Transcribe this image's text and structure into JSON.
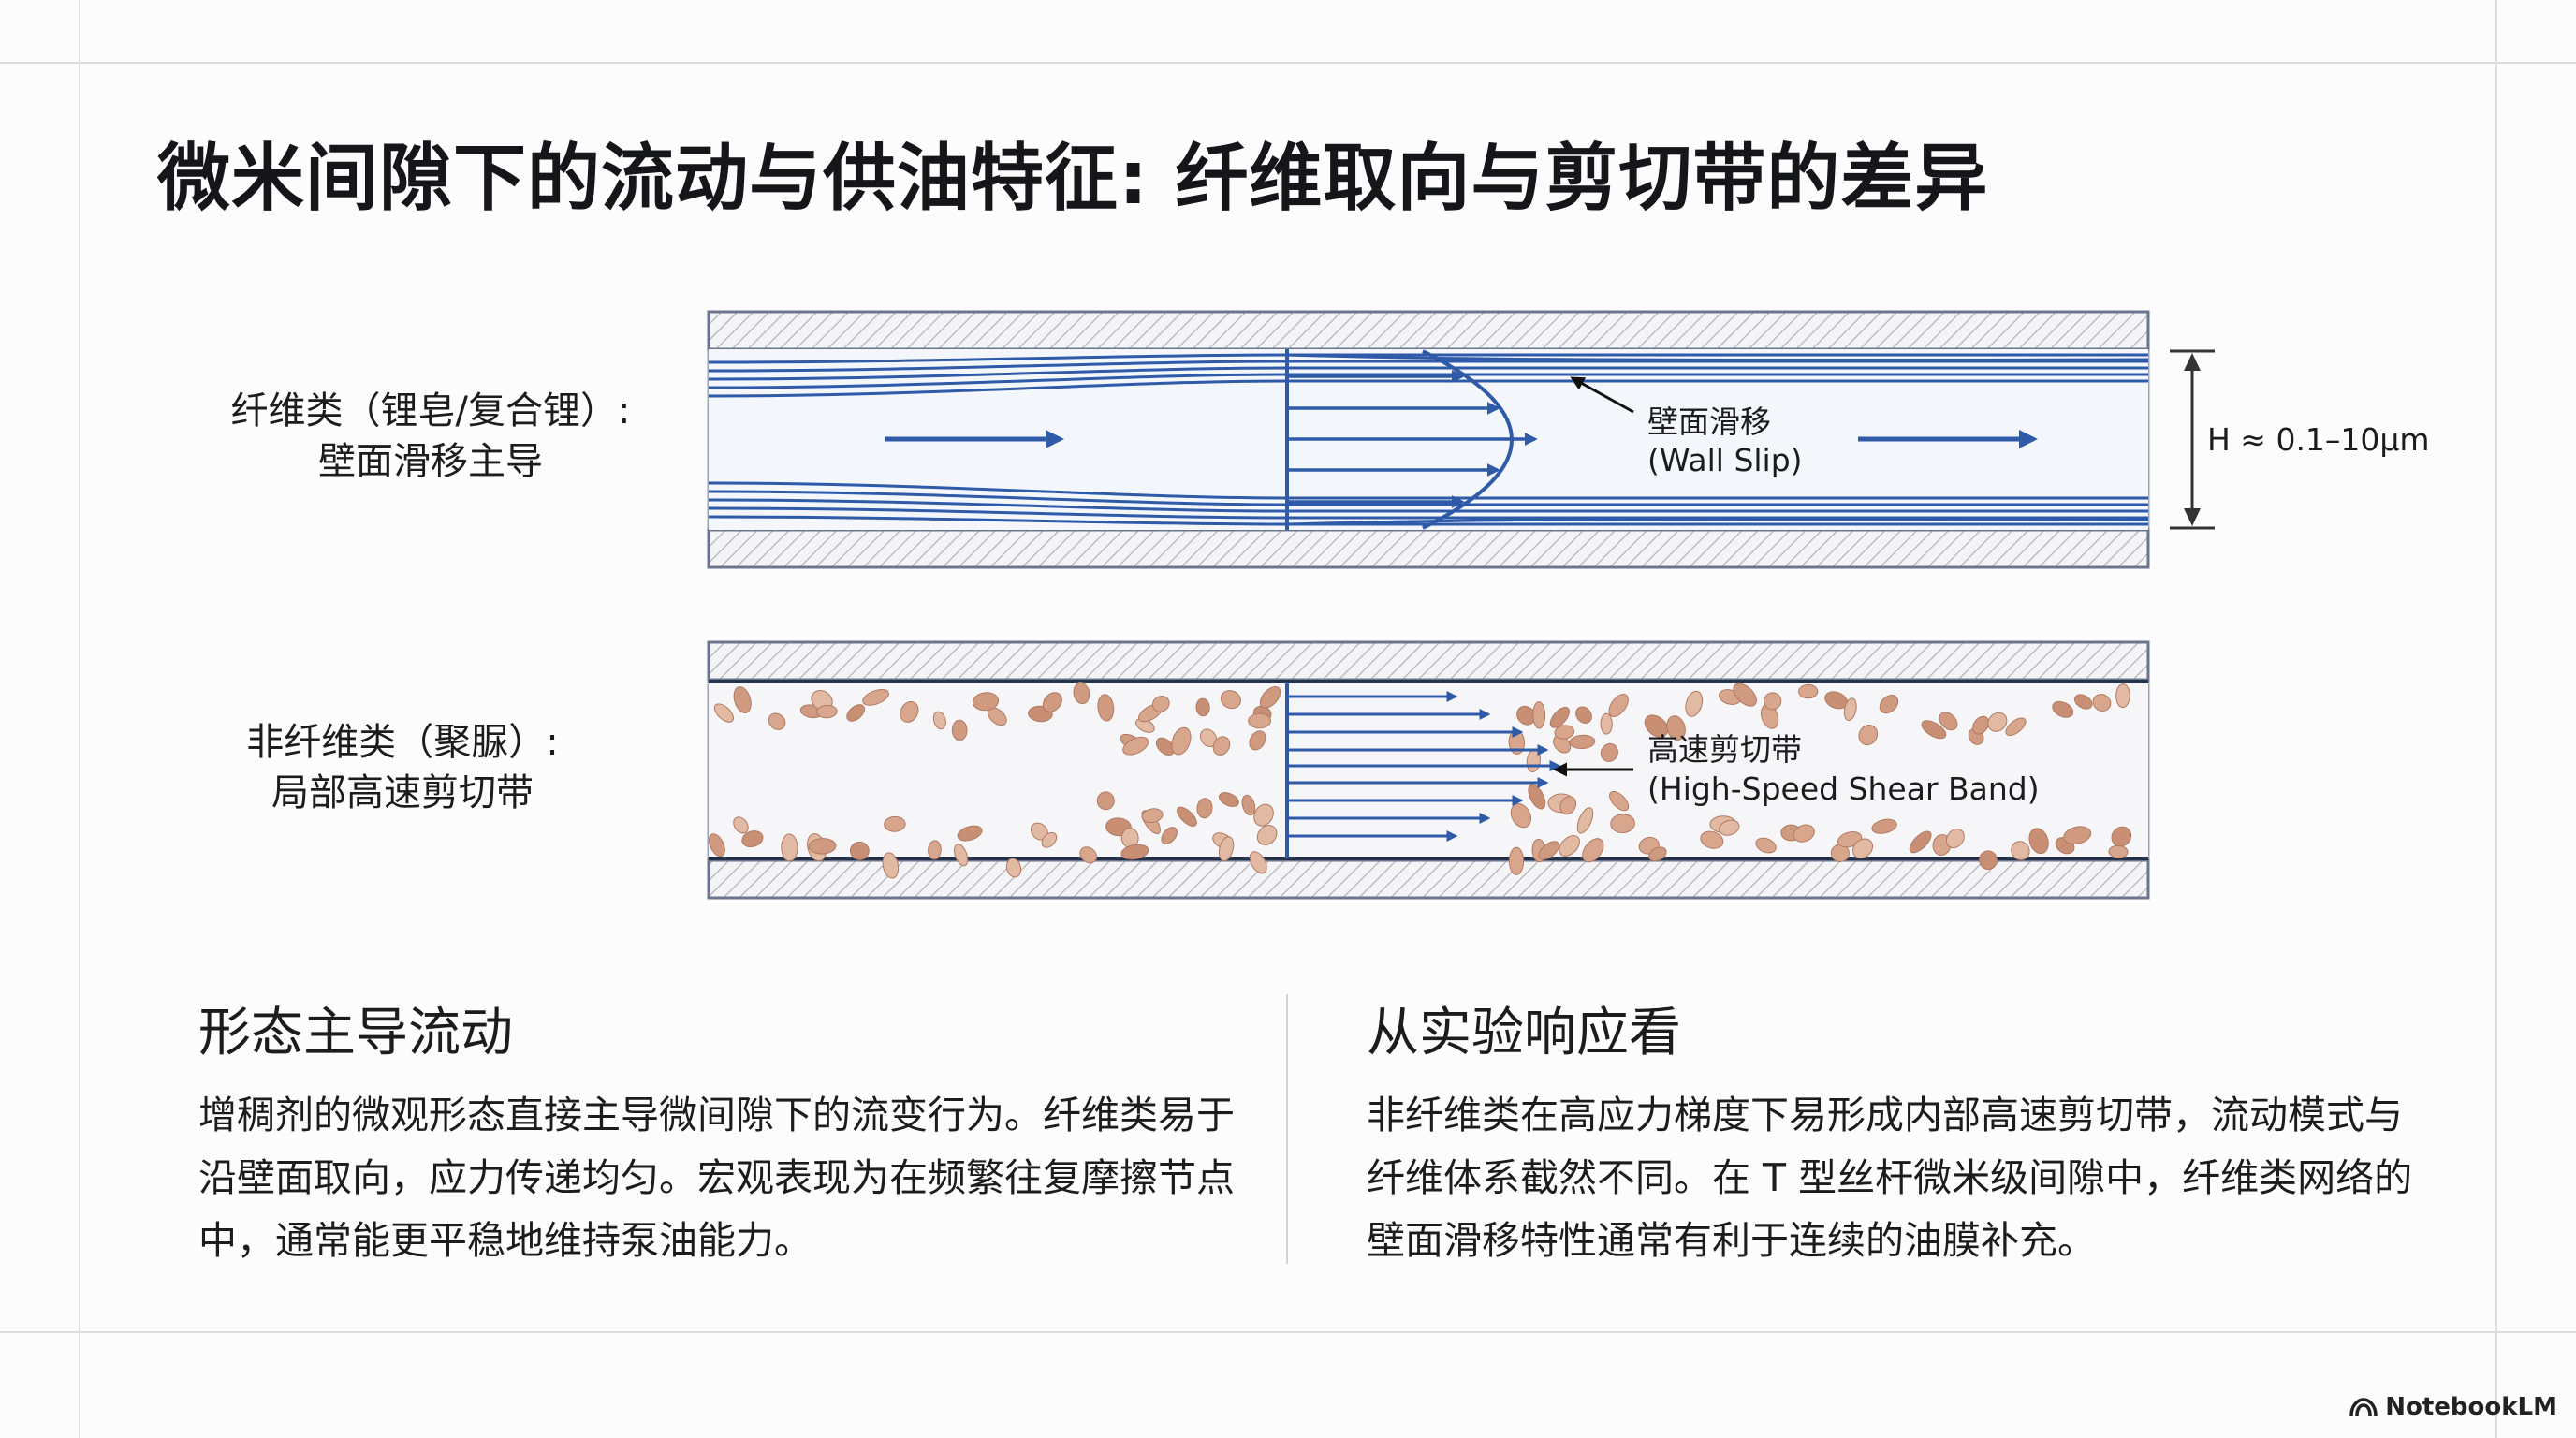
{
  "title": "微米间隙下的流动与供油特征: 纤维取向与剪切带的差异",
  "panels": {
    "top": {
      "label_line1": "纤维类（锂皂/复合锂）:",
      "label_line2": "壁面滑移主导",
      "annotation_cn": "壁面滑移",
      "annotation_en": "(Wall Slip)",
      "gap_label": "H ≈ 0.1–10μm"
    },
    "bottom": {
      "label_line1": "非纤维类（聚脲）:",
      "label_line2": "局部高速剪切带",
      "annotation_cn": "高速剪切带",
      "annotation_en": "(High-Speed Shear Band)"
    }
  },
  "sections": {
    "left": {
      "title": "形态主导流动",
      "body": "增稠剂的微观形态直接主导微间隙下的流变行为。纤维类易于沿壁面取向，应力传递均匀。宏观表现为在频繁往复摩擦节点中，通常能更平稳地维持泵油能力。"
    },
    "right": {
      "title": "从实验响应看",
      "body": "非纤维类在高应力梯度下易形成内部高速剪切带，流动模式与纤维体系截然不同。在 T 型丝杆微米级间隙中，纤维类网络的壁面滑移特性通常有利于连续的油膜补充。"
    }
  },
  "brand": "NotebookLM",
  "colors": {
    "flow_blue": "#2e5aa8",
    "particle": "#d8a68c",
    "wall_hatch": "#b4b4b8"
  }
}
